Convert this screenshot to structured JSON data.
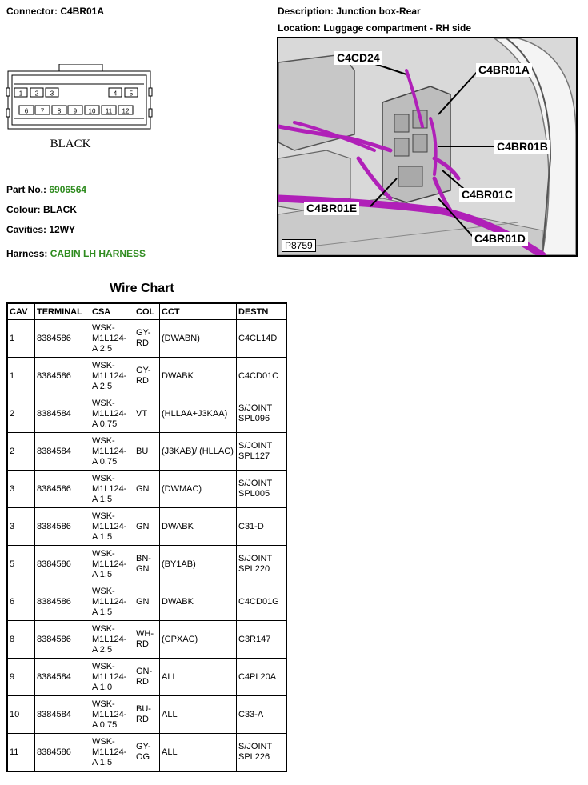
{
  "connector": {
    "label": "Connector: C4BR01A"
  },
  "description": {
    "label": "Description: Junction box-Rear"
  },
  "location": {
    "label": "Location: Luggage compartment - RH side"
  },
  "diagram": {
    "pins_top": [
      "1",
      "2",
      "3",
      "4",
      "5"
    ],
    "pins_bottom": [
      "6",
      "7",
      "8",
      "9",
      "10",
      "11",
      "12"
    ],
    "colour_text": "BLACK"
  },
  "part": {
    "label": "Part No.:",
    "value": "6906564"
  },
  "colour": {
    "label": "Colour:",
    "value": "BLACK"
  },
  "cavities": {
    "label": "Cavities:",
    "value": "12WY"
  },
  "harness": {
    "label": "Harness:",
    "value": "CABIN LH HARNESS"
  },
  "photo": {
    "callouts": [
      "C4CD24",
      "C4BR01A",
      "C4BR01B",
      "C4BR01C",
      "C4BR01E",
      "C4BR01D"
    ],
    "id": "P8759",
    "harness_color": "#b020b8"
  },
  "wire_chart": {
    "title": "Wire Chart",
    "headers": [
      "CAV",
      "TERMINAL",
      "CSA",
      "COL",
      "CCT",
      "DESTN"
    ],
    "rows": [
      [
        "1",
        "8384586",
        "WSK-M1L124-A 2.5",
        "GY-RD",
        "(DWABN)",
        "C4CL14D"
      ],
      [
        "1",
        "8384586",
        "WSK-M1L124-A 2.5",
        "GY-RD",
        "DWABK",
        "C4CD01C"
      ],
      [
        "2",
        "8384584",
        "WSK-M1L124-A 0.75",
        "VT",
        "(HLLAA+J3KAA)",
        "S/JOINT SPL096"
      ],
      [
        "2",
        "8384584",
        "WSK-M1L124-A 0.75",
        "BU",
        "(J3KAB)/ (HLLAC)",
        "S/JOINT SPL127"
      ],
      [
        "3",
        "8384586",
        "WSK-M1L124-A 1.5",
        "GN",
        "(DWMAC)",
        "S/JOINT SPL005"
      ],
      [
        "3",
        "8384586",
        "WSK-M1L124-A 1.5",
        "GN",
        "DWABK",
        "C31-D"
      ],
      [
        "5",
        "8384586",
        "WSK-M1L124-A 1.5",
        "BN-GN",
        "(BY1AB)",
        "S/JOINT SPL220"
      ],
      [
        "6",
        "8384586",
        "WSK-M1L124-A 1.5",
        "GN",
        "DWABK",
        "C4CD01G"
      ],
      [
        "8",
        "8384586",
        "WSK-M1L124-A 2.5",
        "WH-RD",
        "(CPXAC)",
        "C3R147"
      ],
      [
        "9",
        "8384584",
        "WSK-M1L124-A 1.0",
        "GN-RD",
        "ALL",
        "C4PL20A"
      ],
      [
        "10",
        "8384584",
        "WSK-M1L124-A 0.75",
        "BU-RD",
        "ALL",
        "C33-A"
      ],
      [
        "11",
        "8384586",
        "WSK-M1L124-A 1.5",
        "GY-OG",
        "ALL",
        "S/JOINT SPL226"
      ]
    ]
  }
}
